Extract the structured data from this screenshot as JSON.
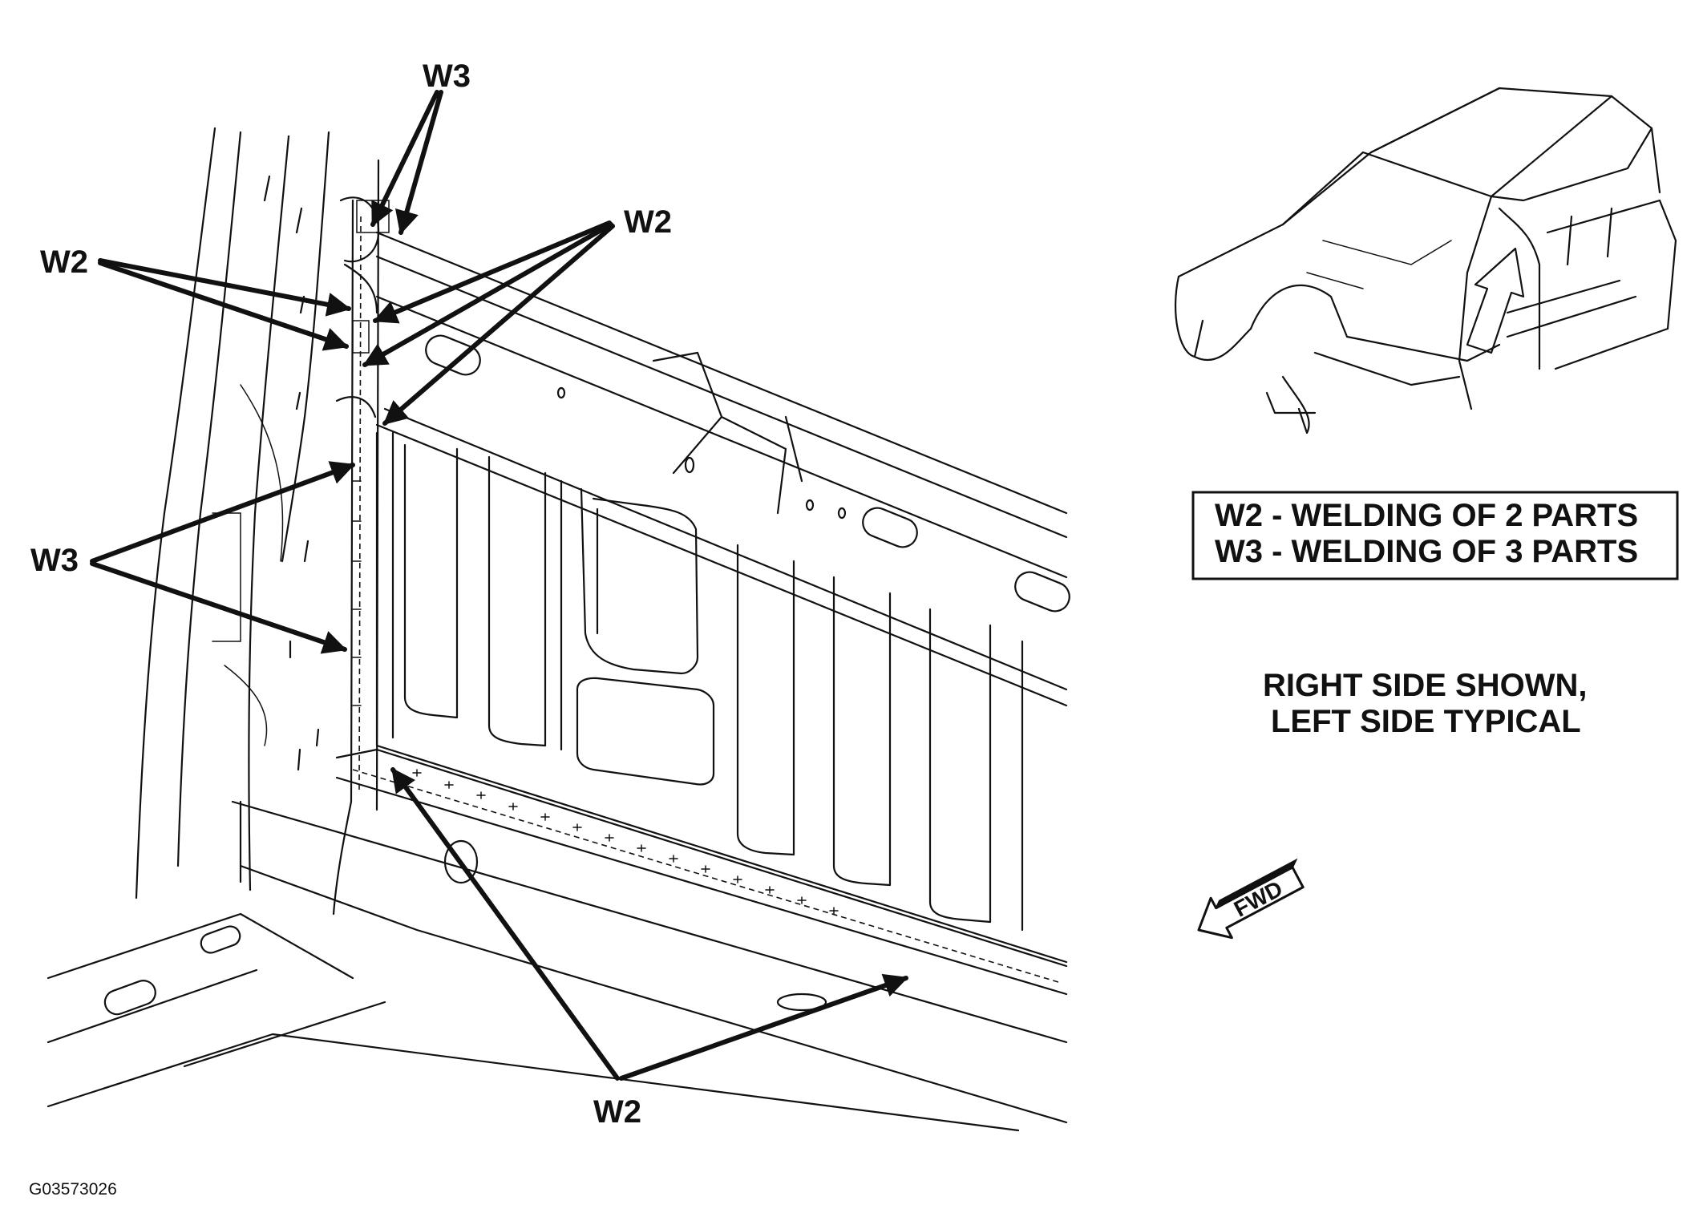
{
  "callouts": {
    "w3_top": "W3",
    "w2_left": "W2",
    "w2_right": "W2",
    "w3_left": "W3",
    "w2_bottom": "W2"
  },
  "legend": {
    "line1": "W2 - WELDING OF 2 PARTS",
    "line2": "W3 - WELDING OF 3 PARTS"
  },
  "note": {
    "line1": "RIGHT SIDE SHOWN,",
    "line2": "LEFT SIDE TYPICAL"
  },
  "direction_indicator": "FWD",
  "figure_id": "G03573026",
  "colors": {
    "ink": "#111111",
    "background": "#ffffff"
  }
}
